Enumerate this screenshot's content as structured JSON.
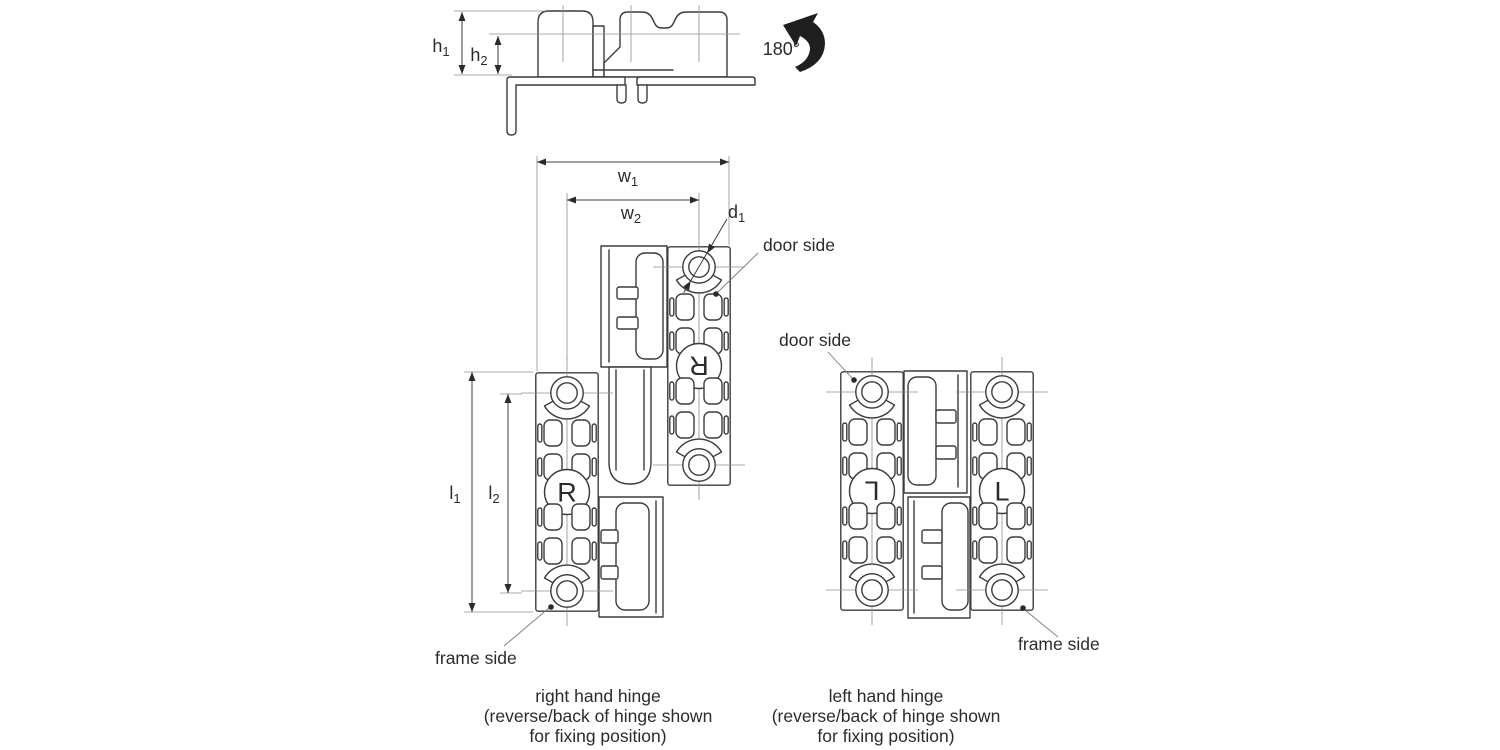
{
  "colors": {
    "line": "#3c3c3c",
    "centerline": "#8f8f8f",
    "text": "#2b2b2b",
    "arrow": "#2a2a2a",
    "background": "#ffffff"
  },
  "dimension_labels": {
    "h1": {
      "base": "h",
      "sub": "1"
    },
    "h2": {
      "base": "h",
      "sub": "2"
    },
    "w1": {
      "base": "w",
      "sub": "1"
    },
    "w2": {
      "base": "w",
      "sub": "2"
    },
    "d1": {
      "base": "d",
      "sub": "1"
    },
    "l1": {
      "base": "l",
      "sub": "1"
    },
    "l2": {
      "base": "l",
      "sub": "2"
    },
    "rotation": "180°"
  },
  "hinges": {
    "right": {
      "letter": "R",
      "door_side": "door side",
      "frame_side": "frame side",
      "caption": [
        "right hand hinge",
        "(reverse/back of hinge shown",
        "for fixing position)"
      ]
    },
    "left": {
      "letter": "L",
      "door_side": "door side",
      "frame_side": "frame side",
      "caption": [
        "left hand hinge",
        "(reverse/back of hinge shown",
        "for fixing position)"
      ]
    }
  }
}
